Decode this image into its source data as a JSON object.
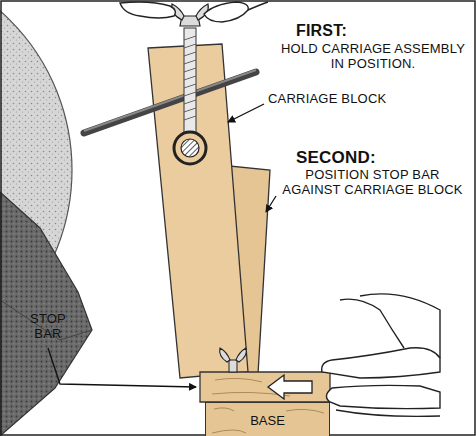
{
  "diagram": {
    "nodes": [
      {
        "text": [
          "BASE"
        ]
      }
    ],
    "labels": [
      "FIRST:",
      "HOLD CARRIAGE ASSEMBLY IN POSITION.",
      "CARRIAGE BLOCK",
      "SECOND:",
      "POSITION STOP BAR AGAINST CARRIAGE BLOCK",
      "STOP BAR"
    ]
  }
}
